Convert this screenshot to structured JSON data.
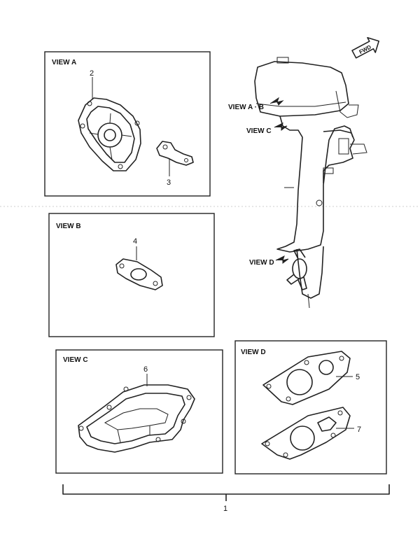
{
  "views": {
    "a": {
      "title": "VIEW A"
    },
    "b": {
      "title": "VIEW B"
    },
    "c": {
      "title": "VIEW C"
    },
    "d": {
      "title": "VIEW D"
    }
  },
  "callouts": {
    "ab": "VIEW A · B",
    "c": "VIEW C",
    "d": "VIEW D",
    "fwd": "FWD"
  },
  "parts": {
    "p1": "1",
    "p2": "2",
    "p3": "3",
    "p4": "4",
    "p5": "5",
    "p6": "6",
    "p7": "7"
  }
}
